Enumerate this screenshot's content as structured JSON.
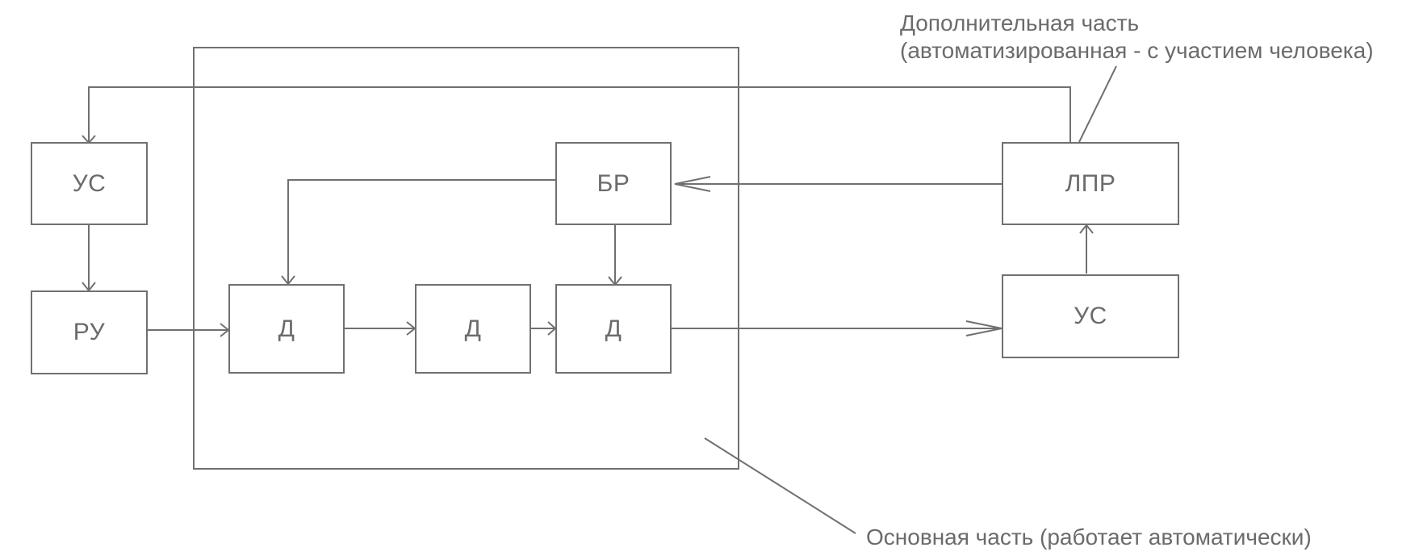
{
  "diagram": {
    "boxes": {
      "us_left": "УС",
      "ru": "РУ",
      "d1": "Д",
      "d2": "Д",
      "d3": "Д",
      "br": "БР",
      "lpr": "ЛПР",
      "us_right": "УС"
    },
    "captions": {
      "extra_line1": "Дополнительная часть",
      "extra_line2": "(автоматизированная - с участием человека)",
      "main": "Основная часть (работает автоматически)"
    },
    "colors": {
      "stroke": "#707070",
      "text": "#6b6b6b"
    }
  }
}
